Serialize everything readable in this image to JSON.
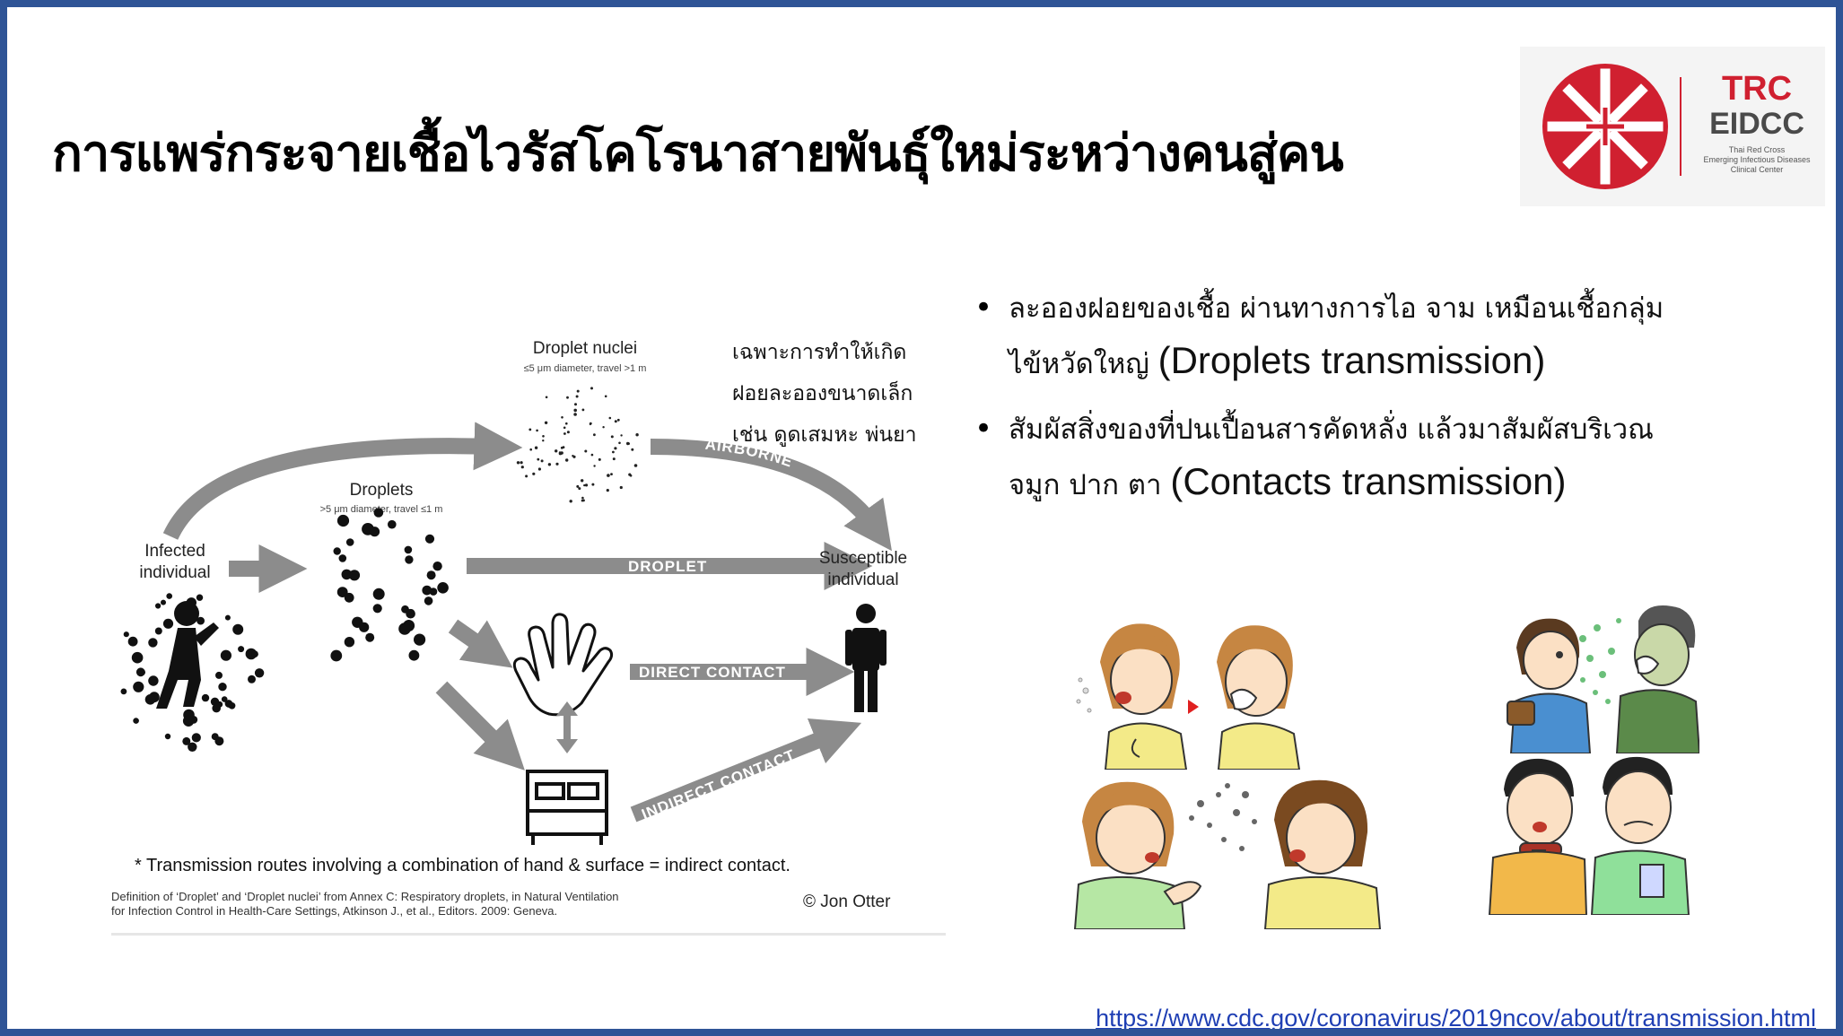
{
  "slide": {
    "title": "การแพร่กระจายเชื้อไวรัสโคโรนาสายพันธุ์ใหม่ระหว่างคนสู่คน",
    "colors": {
      "border": "#2f5496",
      "logo_red": "#d02030",
      "arrow_gray": "#8c8c8c",
      "link": "#1f3fb4"
    }
  },
  "logo": {
    "trc": "TRC",
    "eidcc": "EIDCC",
    "subtitle_lines": [
      "Thai Red Cross",
      "Emerging Infectious Diseases",
      "Clinical Center"
    ]
  },
  "diagram": {
    "droplet_nuclei_label": "Droplet nuclei",
    "droplet_nuclei_sub": "≤5 μm diameter, travel >1 m",
    "droplets_label": "Droplets",
    "droplets_sub": ">5 μm diameter, travel ≤1 m",
    "infected_line1": "Infected",
    "infected_line2": "individual",
    "susceptible_line1": "Susceptible",
    "susceptible_line2": "individual",
    "airborne": "AIRBORNE",
    "droplet": "DROPLET",
    "direct_contact": "DIRECT CONTACT",
    "indirect_contact": "INDIRECT CONTACT",
    "footnote": "* Transmission routes involving a combination of hand & surface = indirect contact.",
    "definition_line1": "Definition of ‘Droplet’ and ‘Droplet nuclei’ from Annex C: Respiratory droplets, in Natural Ventilation",
    "definition_line2": "for Infection Control in Health-Care Settings, Atkinson J., et al., Editors. 2009: Geneva.",
    "credit": "© Jon Otter"
  },
  "note": {
    "lines": [
      "เฉพาะการทำให้เกิด",
      "ฝอยละอองขนาดเล็ก",
      "เช่น ดูดเสมหะ พ่นยา"
    ]
  },
  "bullets": [
    {
      "line1": "ละอองฝอยของเชื้อ ผ่านทางการไอ จาม เหมือนเชื้อกลุ่ม",
      "line2_th": "ไข้หวัดใหญ่ ",
      "line2_en": "(Droplets transmission)"
    },
    {
      "line1": "สัมผัสสิ่งของที่ปนเปื้อนสารคัดหลั่ง แล้วมาสัมผัสบริเวณ",
      "line2_th": "จมูก ปาก ตา ",
      "line2_en": "(Contacts transmission)"
    }
  ],
  "source_url": "https://www.cdc.gov/coronavirus/2019ncov/about/transmission.html"
}
